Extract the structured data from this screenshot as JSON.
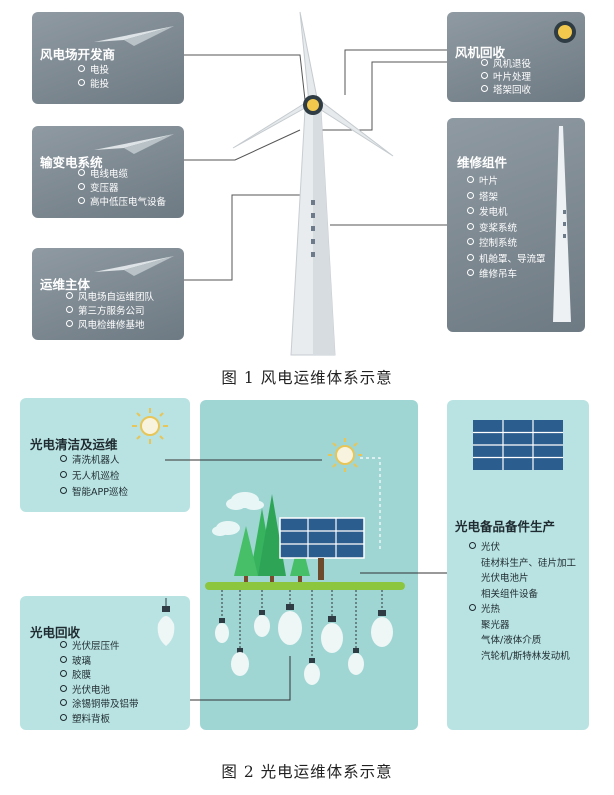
{
  "fig1": {
    "caption": "图 1 风电运维体系示意",
    "developer": {
      "title": "风电场开发商",
      "items": [
        "电投",
        "能投"
      ]
    },
    "transmission": {
      "title": "输变电系统",
      "items": [
        "电线电缆",
        "变压器",
        "高中低压电气设备"
      ]
    },
    "operators": {
      "title": "运维主体",
      "items": [
        "风电场自运维团队",
        "第三方服务公司",
        "风电检维修基地"
      ]
    },
    "recycling": {
      "title": "风机回收",
      "items": [
        "风机退役",
        "叶片处理",
        "塔架回收"
      ]
    },
    "maintenance": {
      "title": "维修组件",
      "items": [
        "叶片",
        "塔架",
        "发电机",
        "变桨系统",
        "控制系统",
        "机舱罩、导流罩",
        "维修吊车"
      ]
    }
  },
  "fig2": {
    "caption": "图 2  光电运维体系示意",
    "cleaning": {
      "title": "光电清洁及运维",
      "items": [
        "清洗机器人",
        "无人机巡检",
        "智能APP巡检"
      ]
    },
    "recycling": {
      "title": "光电回收",
      "items": [
        "光伏层压件",
        "玻璃",
        "胶膜",
        "光伏电池",
        "涂锡铜带及铝带",
        "塑料背板"
      ]
    },
    "production": {
      "title": "光电备品备件生产",
      "groups": [
        {
          "label": "光伏",
          "items": [
            "硅材料生产、硅片加工",
            "光伏电池片",
            "相关组件设备"
          ]
        },
        {
          "label": "光热",
          "items": [
            "聚光器",
            "气体/液体介质",
            "汽轮机/斯特林发动机"
          ]
        }
      ]
    }
  },
  "colors": {
    "grey_box": "#7d8991",
    "teal_box": "#b9e3e2",
    "sun": "#f2c94c",
    "tree": "#2fae5a",
    "ground": "#8cc63f"
  }
}
